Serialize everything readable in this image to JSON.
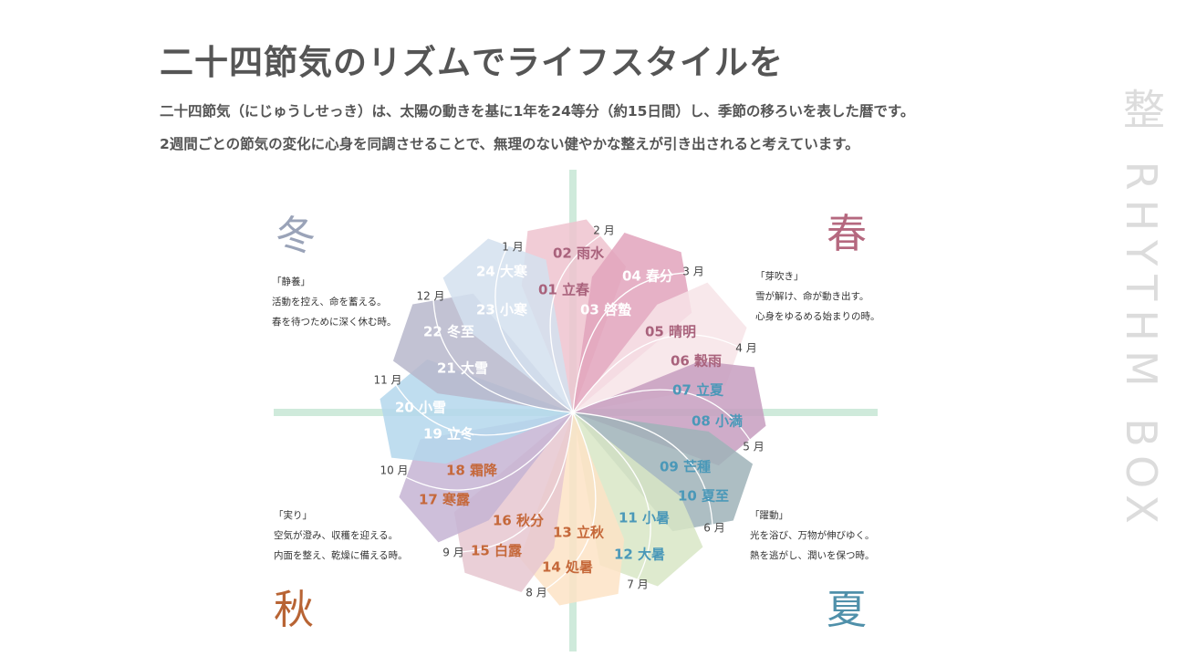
{
  "header": {
    "title": "二十四節気のリズムでライフスタイルを",
    "lead1": "二十四節気（にじゅうしせっき）は、太陽の動きを基に1年を24等分（約15日間）し、季節の移ろいを表した暦です。",
    "lead2": "2週間ごとの節気の変化に心身を同調させることで、無理のない健やかな整えが引き出されると考えています。"
  },
  "side_title": "整 RHYTHM BOX",
  "seasons": {
    "winter": {
      "kanji": "冬",
      "theme": "「静養」",
      "line1": "活動を控え、命を蓄える。",
      "line2": "春を待つために深く休む時。",
      "color": "#9aa3b8"
    },
    "spring": {
      "kanji": "春",
      "theme": "「芽吹き」",
      "line1": "雪が解け、命が動き出す。",
      "line2": "心身をゆるめる始まりの時。",
      "color": "#b5687f"
    },
    "summer": {
      "kanji": "夏",
      "theme": "「躍動」",
      "line1": "光を浴び、万物が伸びゆく。",
      "line2": "熱を逃がし、潤いを保つ時。",
      "color": "#4f90aa"
    },
    "autumn": {
      "kanji": "秋",
      "theme": "「実り」",
      "line1": "空気が澄み、収穫を迎える。",
      "line2": "内面を整え、乾燥に備える時。",
      "color": "#b86434"
    }
  },
  "months": [
    "1 月",
    "2 月",
    "3 月",
    "4 月",
    "5 月",
    "6 月",
    "7 月",
    "8 月",
    "9 月",
    "10 月",
    "11 月",
    "12 月"
  ],
  "sekki": [
    "01 立春",
    "02 雨水",
    "03 啓蟄",
    "04 春分",
    "05 晴明",
    "06 穀雨",
    "07 立夏",
    "08 小満",
    "09 芒種",
    "10 夏至",
    "11 小暑",
    "12 大暑",
    "13 立秋",
    "14 処暑",
    "15 白露",
    "16 秋分",
    "17 寒露",
    "18 霜降",
    "19 立冬",
    "20 小雪",
    "21 大雪",
    "22 冬至",
    "23 小寒",
    "24 大寒"
  ],
  "petal_colors": [
    "#d3e1ef",
    "#efc3cf",
    "#e2a3bc",
    "#f7e4e7",
    "#c79dbf",
    "#9fb3b8",
    "#d8e6c6",
    "#fde3c6",
    "#e6c7d0",
    "#c5b4d4",
    "#b4d7ec",
    "#b7b7cb"
  ],
  "cross_color": "#cfeadb"
}
